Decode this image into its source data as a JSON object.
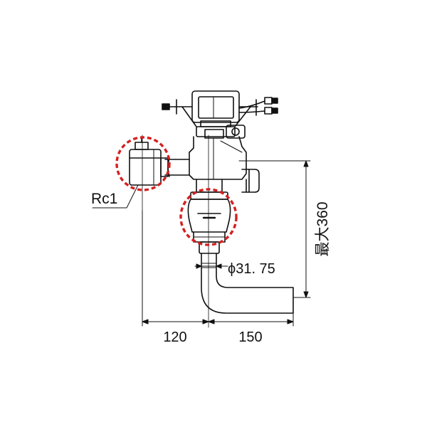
{
  "dimensions": {
    "connection_label": "Rc1",
    "width_left": "120",
    "width_right": "150",
    "pipe_diameter": "ϕ31. 75",
    "max_height": "最大360"
  },
  "colors": {
    "line": "#111111",
    "highlight": "#d42020",
    "background": "#ffffff"
  }
}
